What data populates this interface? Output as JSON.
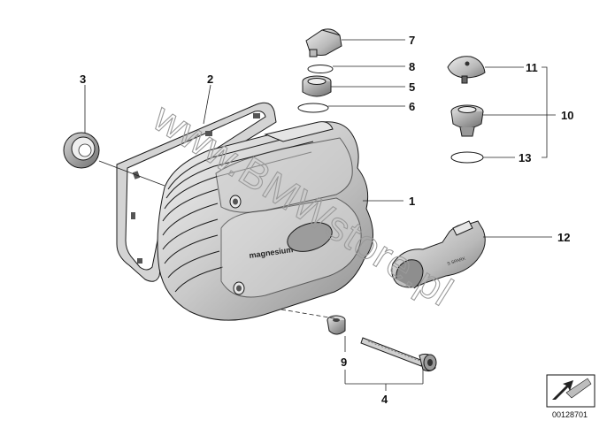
{
  "callouts": {
    "p1": "1",
    "p2": "2",
    "p3": "3",
    "p4": "4",
    "p5": "5",
    "p6": "6",
    "p7": "7",
    "p8": "8",
    "p9": "9",
    "p10": "10",
    "p11": "11",
    "p12": "12",
    "p13": "13"
  },
  "cover_text": "magnesium",
  "plug_cover_text": "S SPARK",
  "watermark": "www.BMWstore.pl",
  "reference_number": "00128701"
}
